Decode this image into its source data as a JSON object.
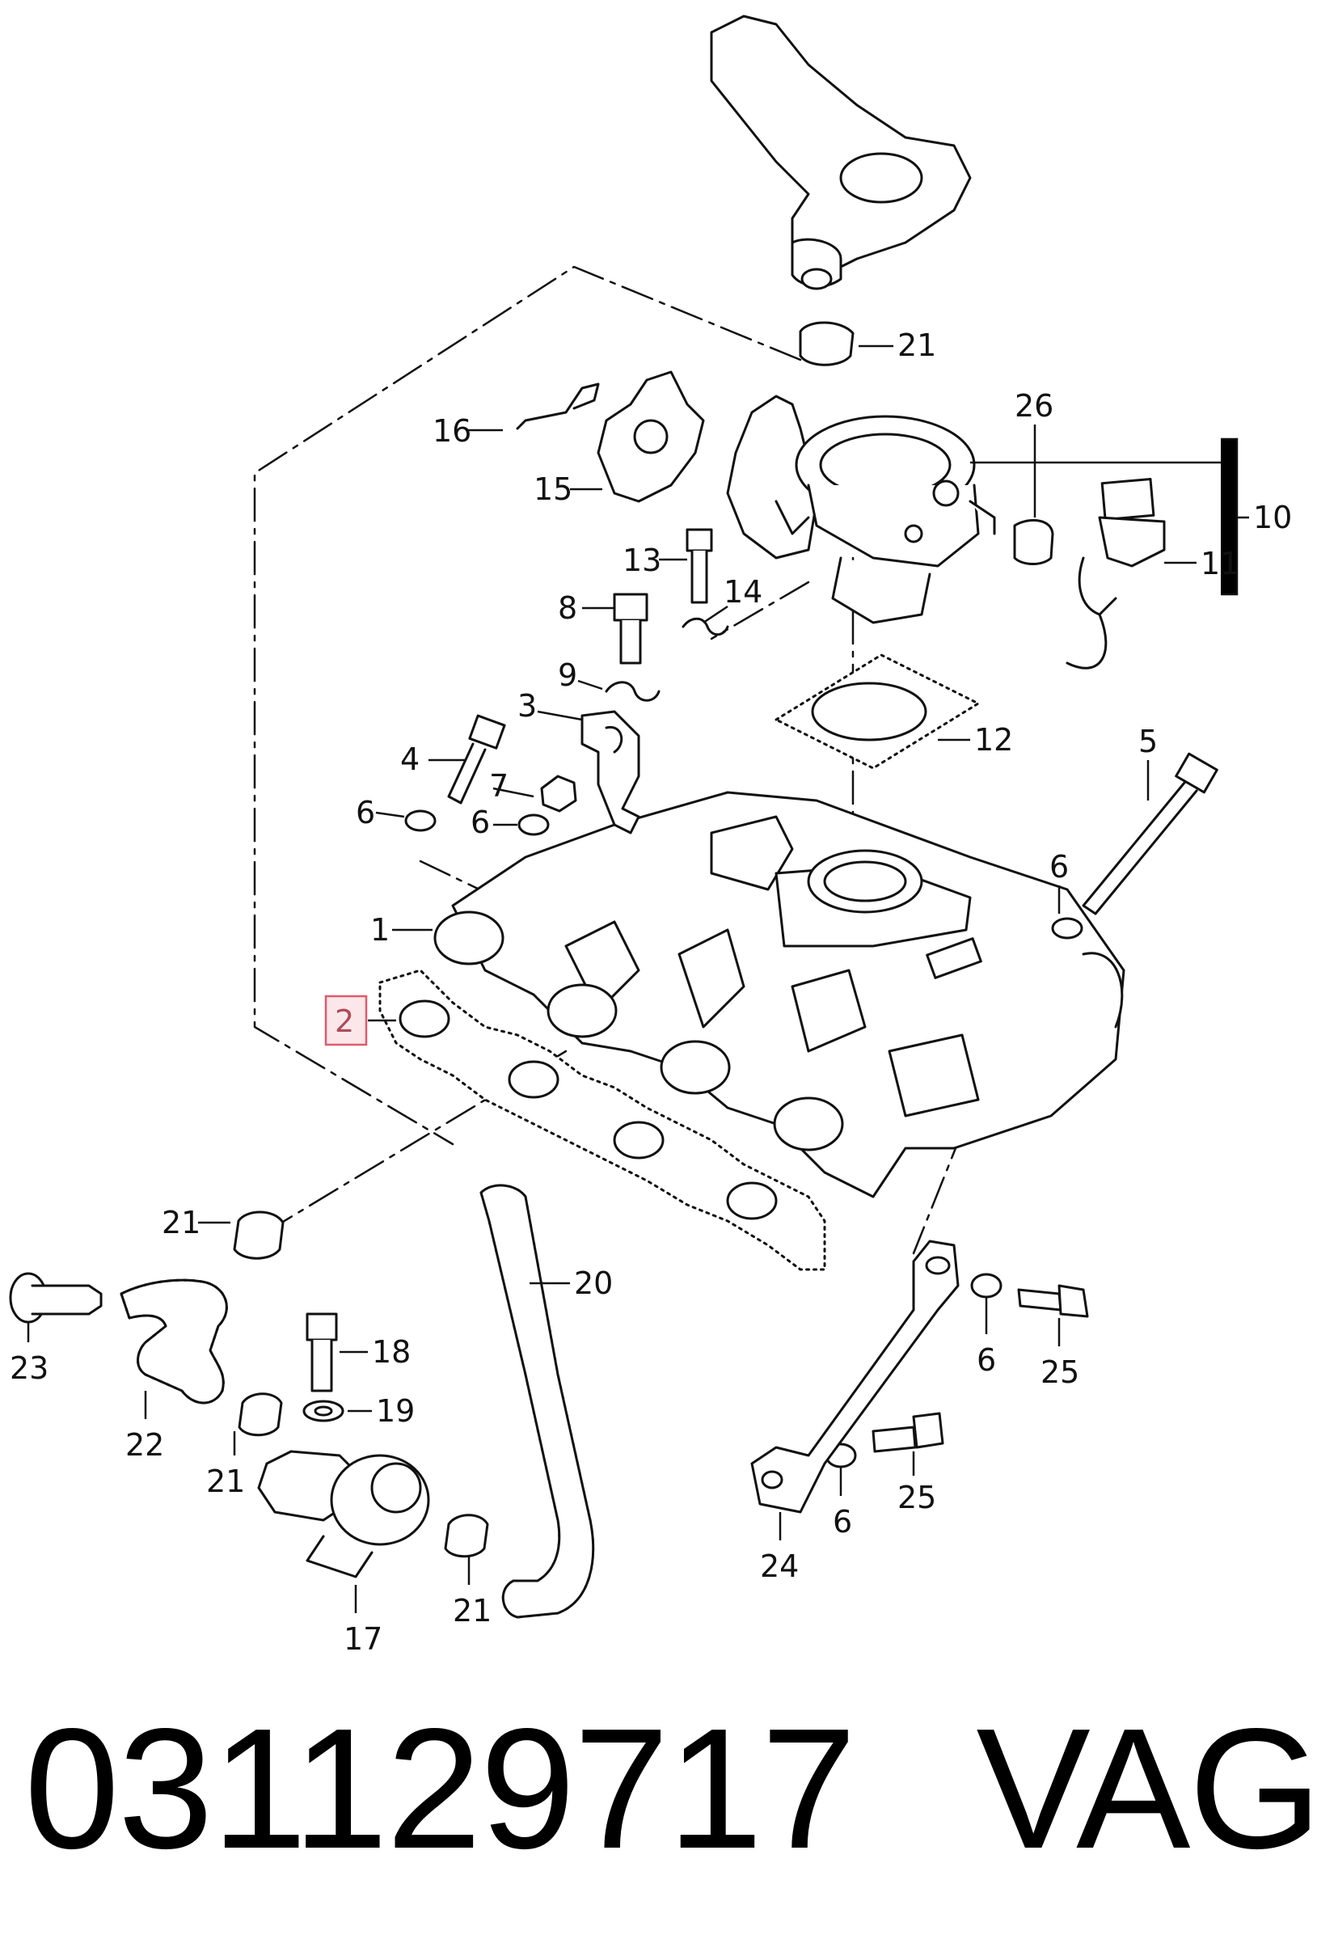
{
  "callouts": {
    "c1": "1",
    "c2": "2",
    "c3": "3",
    "c4": "4",
    "c5": "5",
    "c6a": "6",
    "c6b": "6",
    "c6c": "6",
    "c6d": "6",
    "c6e": "6",
    "c7": "7",
    "c8": "8",
    "c9": "9",
    "c10": "10",
    "c11": "11",
    "c12": "12",
    "c13": "13",
    "c14": "14",
    "c15": "15",
    "c16": "16",
    "c17": "17",
    "c18": "18",
    "c19": "19",
    "c20": "20",
    "c21a": "21",
    "c21b": "21",
    "c21c": "21",
    "c21d": "21",
    "c22": "22",
    "c23": "23",
    "c24": "24",
    "c25a": "25",
    "c25b": "25",
    "c26": "26"
  },
  "highlight": {
    "callout": "2",
    "color": "#e05a6a"
  },
  "footer": {
    "part_number": "031129717",
    "brand": "VAG"
  }
}
